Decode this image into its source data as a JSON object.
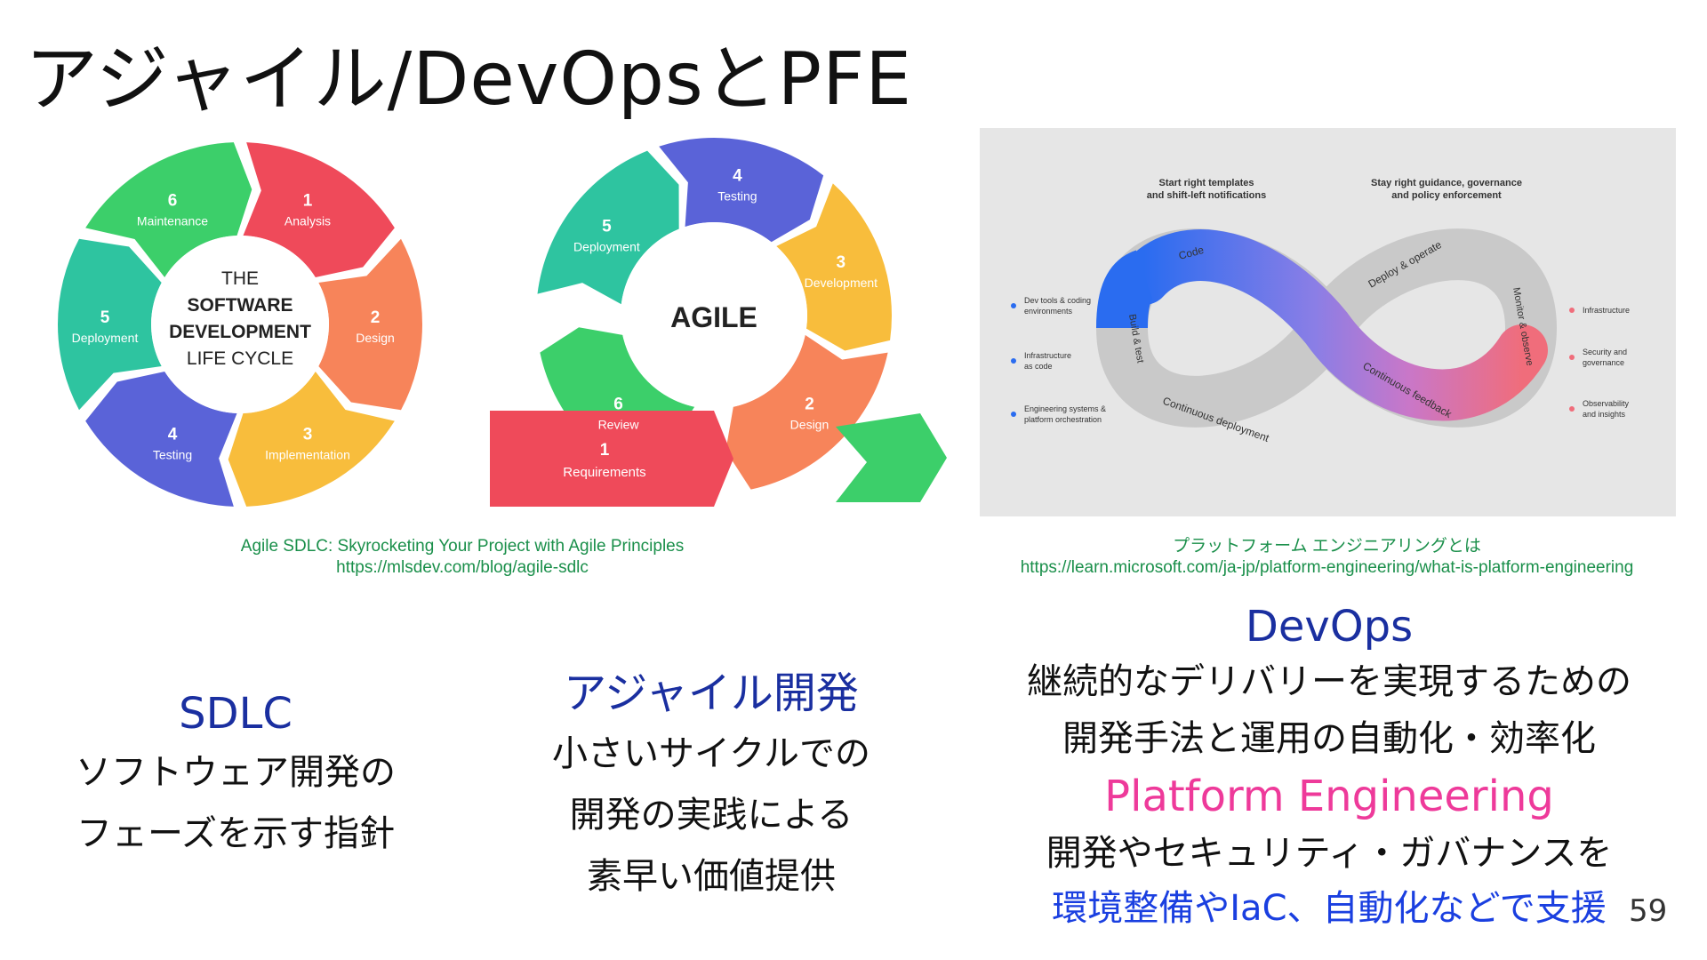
{
  "slide": {
    "title": "アジャイル/DevOpsとPFE",
    "page_number": "59"
  },
  "sdlc_wheel": {
    "center": [
      "THE",
      "SOFTWARE",
      "DEVELOPMENT",
      "LIFE CYCLE"
    ],
    "segments": [
      {
        "num": "1",
        "label": "Analysis",
        "color": "#ef4a5a"
      },
      {
        "num": "2",
        "label": "Design",
        "color": "#f7845a"
      },
      {
        "num": "3",
        "label": "Implementation",
        "color": "#f8bd3c"
      },
      {
        "num": "4",
        "label": "Testing",
        "color": "#5a63d8"
      },
      {
        "num": "5",
        "label": "Deployment",
        "color": "#2ec4a0"
      },
      {
        "num": "6",
        "label": "Maintenance",
        "color": "#3ccf6a"
      }
    ]
  },
  "agile_wheel": {
    "center": "AGILE",
    "segments": [
      {
        "num": "1",
        "label": "Requirements",
        "color": "#ef4a5a"
      },
      {
        "num": "2",
        "label": "Design",
        "color": "#f7845a"
      },
      {
        "num": "3",
        "label": "Development",
        "color": "#f8bd3c"
      },
      {
        "num": "4",
        "label": "Testing",
        "color": "#5a63d8"
      },
      {
        "num": "5",
        "label": "Deployment",
        "color": "#2ec4a0"
      },
      {
        "num": "6",
        "label": "Review",
        "color": "#3ccf6a"
      }
    ]
  },
  "caption_left": {
    "line1": "Agile SDLC: Skyrocketing Your Project with Agile Principles",
    "line2": "https://mlsdev.com/blog/agile-sdlc"
  },
  "devops_diagram": {
    "top_left": [
      "Start right templates",
      "and shift-left notifications"
    ],
    "top_right": [
      "Stay right guidance, governance",
      "and policy enforcement"
    ],
    "left_items": [
      [
        "Dev tools & coding",
        "environments"
      ],
      [
        "Infrastructure",
        "as code"
      ],
      [
        "Engineering systems &",
        "platform orchestration"
      ]
    ],
    "right_items": [
      [
        "Infrastructure"
      ],
      [
        "Security and",
        "governance"
      ],
      [
        "Observability",
        "and insights"
      ]
    ],
    "loop_labels": [
      "Code",
      "Build & test",
      "Continuous deployment",
      "Deploy & operate",
      "Monitor & observe",
      "Continuous feedback"
    ]
  },
  "caption_right": {
    "line1": "プラットフォーム エンジニアリングとは",
    "line2": "https://learn.microsoft.com/ja-jp/platform-engineering/what-is-platform-engineering"
  },
  "col_sdlc": {
    "heading": "SDLC",
    "lines": [
      "ソフトウェア開発の",
      "フェーズを示す指針"
    ]
  },
  "col_agile": {
    "heading": "アジャイル開発",
    "lines": [
      "小さいサイクルでの",
      "開発の実践による",
      "素早い価値提供"
    ]
  },
  "col_devops": {
    "heading": "DevOps",
    "lines": [
      "継続的なデリバリーを実現するための",
      "開発手法と運用の自動化・効率化"
    ],
    "pe_heading": "Platform Engineering",
    "pe_line1": "開発やセキュリティ・ガバナンスを",
    "pe_line2": "環境整備やIaC、自動化などで支援"
  },
  "colors": {
    "heading_blue": "#1a2fa0",
    "pe_pink": "#ee3a9a",
    "support_blue": "#1a3fe0",
    "caption_green": "#1a8f4a"
  }
}
